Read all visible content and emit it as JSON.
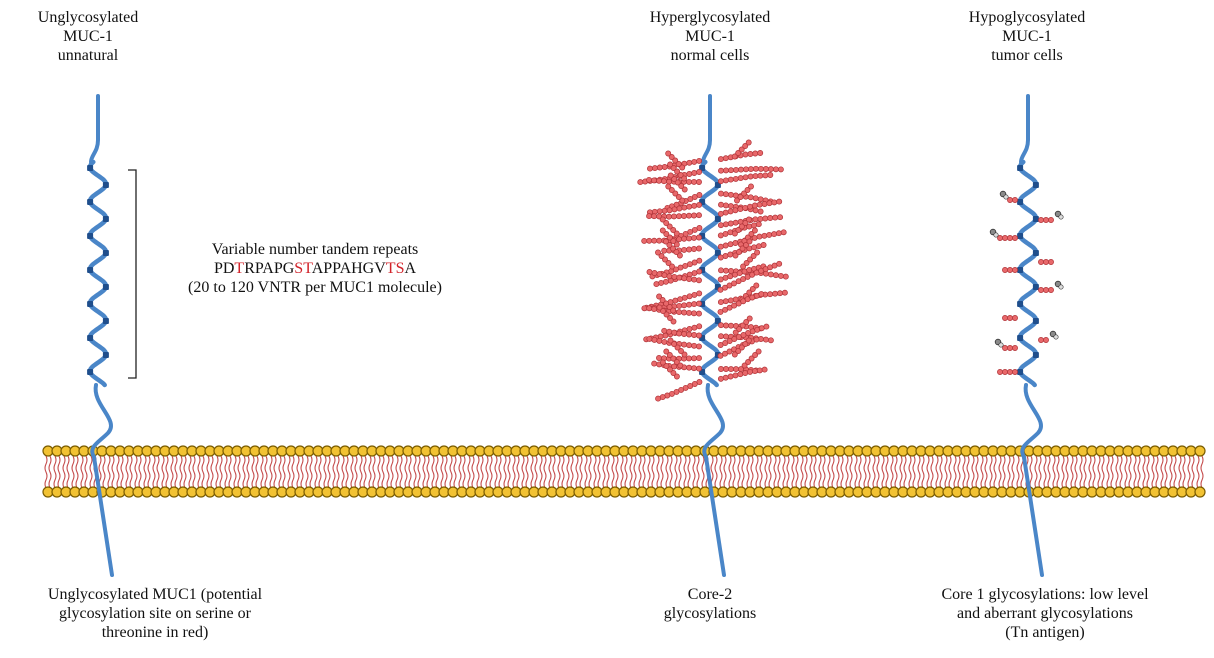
{
  "colors": {
    "protein": "#4a86c8",
    "protein_dark": "#1f4e8c",
    "glycan": "#e8686a",
    "glycan_edge": "#b03338",
    "tn_antigen": "#8a8a8a",
    "lipid_head": "#f2c233",
    "lipid_head_edge": "#7a5c00",
    "lipid_tail": "#c44a4a",
    "highlight": "#d2232a"
  },
  "top_labels": {
    "unglycosylated": [
      "Unglycosylated",
      "MUC-1",
      "unnatural"
    ],
    "hyperglycosylated": [
      "Hyperglycosylated",
      "MUC-1",
      "normal cells"
    ],
    "hypoglycosylated": [
      "Hypoglycosylated",
      "MUC-1",
      "tumor cells"
    ]
  },
  "vntr": {
    "title": "Variable number tandem repeats",
    "sequence_parts": [
      {
        "text": "PD",
        "red": false
      },
      {
        "text": "T",
        "red": true
      },
      {
        "text": "RPAPG",
        "red": false
      },
      {
        "text": "ST",
        "red": true
      },
      {
        "text": "APPAHGV",
        "red": false
      },
      {
        "text": "TS",
        "red": true
      },
      {
        "text": "A",
        "red": false
      }
    ],
    "count": "(20 to 120 VNTR per MUC1 molecule)"
  },
  "bottom_labels": {
    "unglycosylated": [
      "Unglycosylated MUC1 (potential",
      "glycosylation site on serine or",
      "threonine in red)"
    ],
    "core2": [
      "Core-2",
      "glycosylations"
    ],
    "core1": [
      "Core 1 glycosylations: low level",
      "and aberrant glycosylations",
      "(Tn antigen)"
    ]
  }
}
